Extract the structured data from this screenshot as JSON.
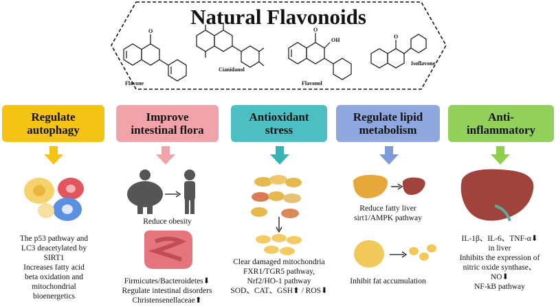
{
  "title": "Natural Flavonoids",
  "molecules": {
    "flavone": "Flavone",
    "cianidanol": "Cianidanol",
    "flavonol": "Flavonol",
    "isoflavone": "Isoflavone",
    "o": "O",
    "oh": "OH"
  },
  "columns": [
    {
      "header": [
        "Regulate",
        "autophagy"
      ],
      "color": "#f5c314",
      "arrow_color": "#f5c314",
      "texts": [
        [
          "The p53 pathway and",
          "LC3 deacetylated by",
          "SIRT1",
          "Increases fatty acid",
          "beta oxidation and",
          "mitochondrial",
          "bioenergetics"
        ]
      ]
    },
    {
      "header": [
        "Improve",
        "intestinal flora"
      ],
      "color": "#f2a3a9",
      "arrow_color": "#f2a3a9",
      "texts": [
        [
          "Reduce obesity"
        ],
        [
          "Firmicutes/Bacteroidetes⬇",
          "Regulate intestinal disorders",
          "Christensenellaceae⬆"
        ]
      ]
    },
    {
      "header": [
        "Antioxidant",
        "stress"
      ],
      "color": "#4bbfc2",
      "arrow_color": "#37b3b8",
      "texts": [
        [
          "Clear damaged mitochondria",
          "FXR1/TGR5 pathway,",
          "Nrf2/HO-1 pathway",
          "SOD、CAT、GSH⬆ / ROS⬇"
        ]
      ]
    },
    {
      "header": [
        "Regulate lipid",
        "metabolism"
      ],
      "color": "#8fa7df",
      "arrow_color": "#7f9ad8",
      "texts": [
        [
          "Reduce fatty liver",
          "sirt1/AMPK pathway"
        ],
        [
          "Inhibit fat accumulation"
        ]
      ]
    },
    {
      "header": [
        "Anti-",
        "inflammatory"
      ],
      "color": "#92d05b",
      "arrow_color": "#8fd14f",
      "texts": [
        [
          "IL-1β、IL-6、TNF-α⬇",
          "in liver",
          "Inhibits the expression of",
          "nitric oxide synthase、",
          "NO⬇",
          "NF-kB pathway"
        ]
      ]
    }
  ]
}
